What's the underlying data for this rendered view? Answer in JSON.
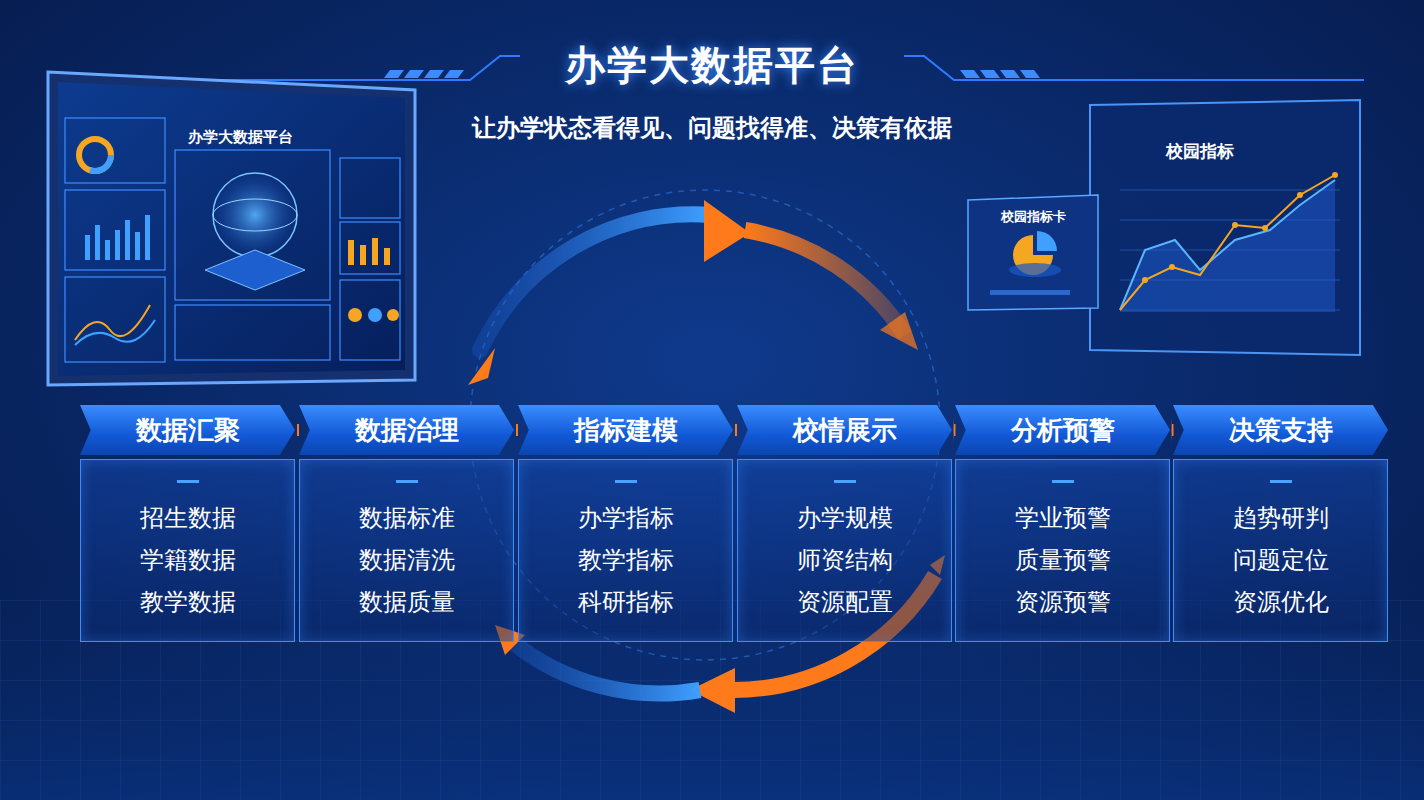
{
  "diagram": {
    "title": "办学大数据平台",
    "nodes": [
      {
        "text": [
          "数据汇聚",
          "招生数据",
          "学籍数据",
          "教学数据"
        ]
      },
      {
        "text": [
          "数据治理",
          "数据标准",
          "数据清洗",
          "数据质量"
        ]
      },
      {
        "text": [
          "指标建模",
          "办学指标",
          "教学指标",
          "科研指标"
        ]
      },
      {
        "text": [
          "校情展示",
          "办学规模",
          "师资结构",
          "资源配置"
        ]
      },
      {
        "text": [
          "分析预警",
          "学业预警",
          "质量预警",
          "资源预警"
        ]
      },
      {
        "text": [
          "决策支持",
          "趋势研判",
          "问题定位",
          "资源优化"
        ]
      }
    ],
    "edges": [
      {
        "from": 0,
        "to": 1,
        "arrow": "to"
      },
      {
        "from": 1,
        "to": 2,
        "arrow": "to"
      },
      {
        "from": 2,
        "to": 3,
        "arrow": "to"
      },
      {
        "from": 3,
        "to": 4,
        "arrow": "to"
      },
      {
        "from": 4,
        "to": 5,
        "arrow": "to"
      }
    ],
    "labels": [
      "让办学状态看得见、问题找得准、决策有依据",
      "办学大数据平台",
      "校园指标卡",
      "校园指标"
    ]
  }
}
